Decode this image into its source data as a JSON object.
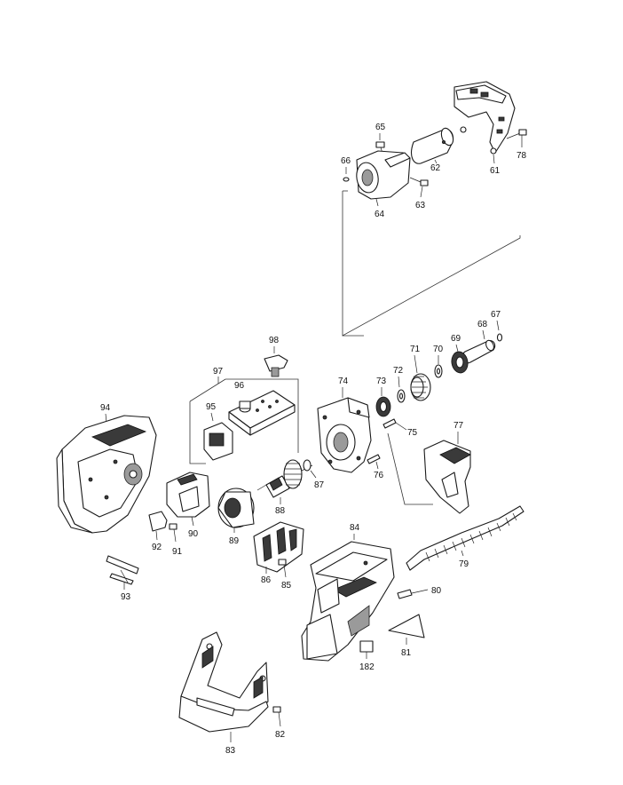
{
  "diagram": {
    "labels": {
      "p61": "61",
      "p62": "62",
      "p63": "63",
      "p64": "64",
      "p65": "65",
      "p66": "66",
      "p67": "67",
      "p68": "68",
      "p69": "69",
      "p70": "70",
      "p71": "71",
      "p72": "72",
      "p73": "73",
      "p74": "74",
      "p75": "75",
      "p76": "76",
      "p77": "77",
      "p78": "78",
      "p79": "79",
      "p80": "80",
      "p81": "81",
      "p82": "82",
      "p83": "83",
      "p84": "84",
      "p85": "85",
      "p86": "86",
      "p87": "87",
      "p88": "88",
      "p89": "89",
      "p90": "90",
      "p91": "91",
      "p92": "92",
      "p93": "93",
      "p94": "94",
      "p95": "95",
      "p96": "96",
      "p97": "97",
      "p98": "98",
      "p182": "182"
    }
  }
}
